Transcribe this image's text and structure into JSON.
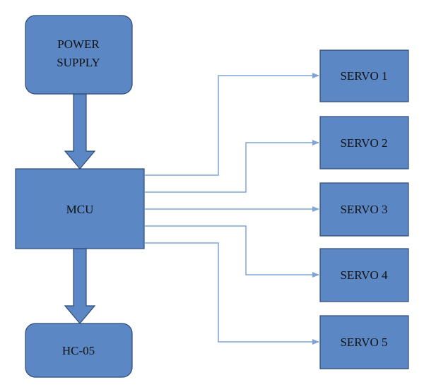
{
  "colors": {
    "block_fill": "#5B87C5",
    "block_stroke": "#2F4A73",
    "connector": "#7EA5D8",
    "text": "#111111"
  },
  "blocks": {
    "power_supply": {
      "line1": "POWER",
      "line2": "SUPPLY"
    },
    "mcu": {
      "label": "MCU"
    },
    "hc05": {
      "label": "HC-05"
    },
    "servos": [
      {
        "label": "SERVO 1"
      },
      {
        "label": "SERVO 2"
      },
      {
        "label": "SERVO 3"
      },
      {
        "label": "SERVO 4"
      },
      {
        "label": "SERVO 5"
      }
    ]
  },
  "connections": [
    {
      "from": "POWER SUPPLY",
      "to": "MCU"
    },
    {
      "from": "MCU",
      "to": "HC-05"
    },
    {
      "from": "MCU",
      "to": "SERVO 1"
    },
    {
      "from": "MCU",
      "to": "SERVO 2"
    },
    {
      "from": "MCU",
      "to": "SERVO 3"
    },
    {
      "from": "MCU",
      "to": "SERVO 4"
    },
    {
      "from": "MCU",
      "to": "SERVO 5"
    }
  ]
}
